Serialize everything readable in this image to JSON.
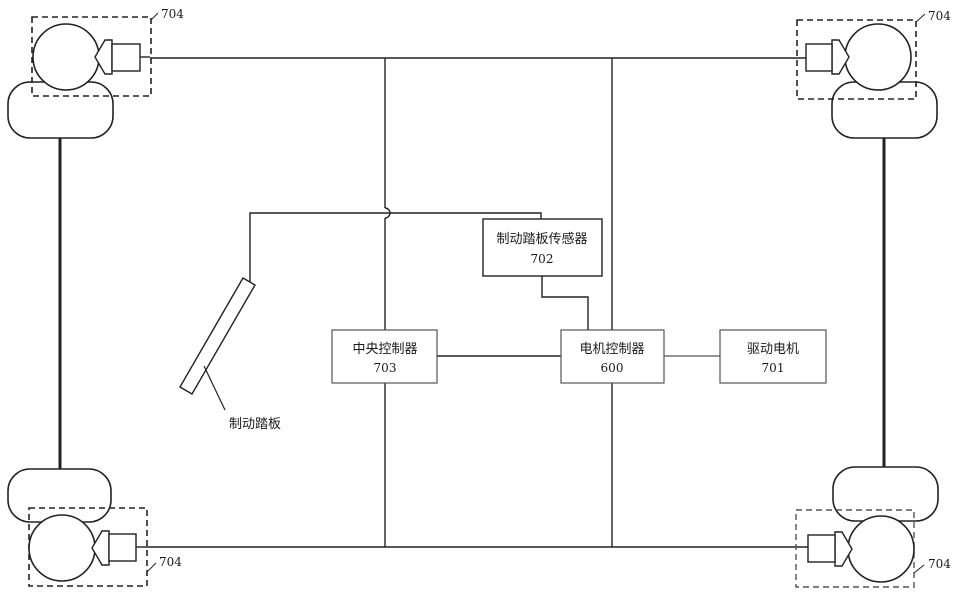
{
  "components": {
    "brake_sensor": {
      "label": "制动踏板传感器",
      "ref": "702"
    },
    "central_controller": {
      "label": "中央控制器",
      "ref": "703"
    },
    "motor_controller": {
      "label": "电机控制器",
      "ref": "600"
    },
    "drive_motor": {
      "label": "驱动电机",
      "ref": "701"
    },
    "brake_pedal": {
      "label": "制动踏板"
    }
  },
  "wheel_units": {
    "top_left": {
      "ref": "704"
    },
    "top_right": {
      "ref": "704"
    },
    "bottom_left": {
      "ref": "704"
    },
    "bottom_right": {
      "ref": "704"
    }
  }
}
